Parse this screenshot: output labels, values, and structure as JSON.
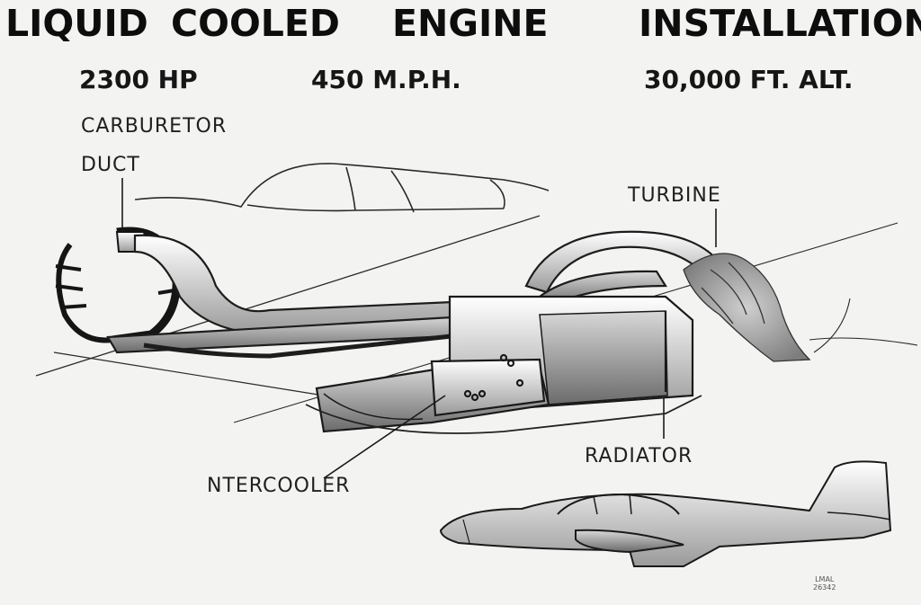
{
  "title": {
    "word1": "LIQUID",
    "word2": "COOLED",
    "word3": "ENGINE",
    "word4": "INSTALLATION"
  },
  "specs": {
    "horsepower": "2300 HP",
    "speed": "450 M.P.H.",
    "altitude": "30,000 FT. ALT."
  },
  "parts": {
    "carburetor_line1": "CARBURETOR",
    "carburetor_line2": "DUCT",
    "turbine": "TURBINE",
    "radiator": "RADIATOR",
    "intercooler": "NTERCOOLER"
  },
  "photo_mark": {
    "line1": "LMAL",
    "line2": "26342"
  },
  "colors": {
    "paper": "#f3f3f1",
    "ink": "#1a1a1a"
  }
}
